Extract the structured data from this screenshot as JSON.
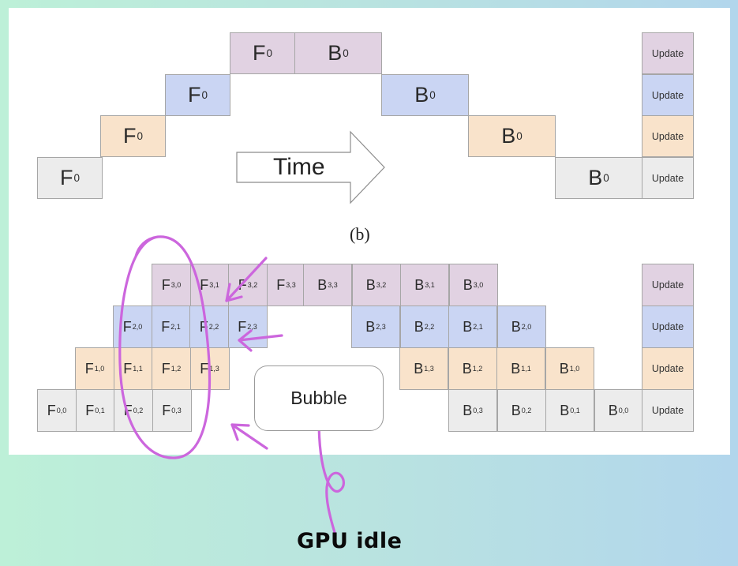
{
  "caption": "(b)",
  "time_label": "Time",
  "bubble_label": "Bubble",
  "annotation": {
    "text": "GPU idle",
    "color": "#cc66dd"
  },
  "colors": {
    "gpu0": "#ececec",
    "gpu1": "#f9e3cb",
    "gpu2": "#cad5f3",
    "gpu3": "#e1d2e2"
  },
  "update_label": "Update",
  "naive": {
    "forward": [
      {
        "base": "F",
        "sub": "0",
        "gpu": 0
      },
      {
        "base": "F",
        "sub": "0",
        "gpu": 1
      },
      {
        "base": "F",
        "sub": "0",
        "gpu": 2
      },
      {
        "base": "F",
        "sub": "0",
        "gpu": 3
      }
    ],
    "backward": [
      {
        "base": "B",
        "sub": "0",
        "gpu": 3
      },
      {
        "base": "B",
        "sub": "0",
        "gpu": 2
      },
      {
        "base": "B",
        "sub": "0",
        "gpu": 1
      },
      {
        "base": "B",
        "sub": "0",
        "gpu": 0
      }
    ]
  },
  "micro": {
    "gpu3": {
      "forward": [
        "F|3,0",
        "F|3,1",
        "F|3,2",
        "F|3,3"
      ],
      "backward": [
        "B|3,3",
        "B|3,2",
        "B|3,1",
        "B|3,0"
      ]
    },
    "gpu2": {
      "forward": [
        "F|2,0",
        "F|2,1",
        "F|2,2",
        "F|2,3"
      ],
      "backward": [
        "B|2,3",
        "B|2,2",
        "B|2,1",
        "B|2,0"
      ]
    },
    "gpu1": {
      "forward": [
        "F|1,0",
        "F|1,1",
        "F|1,2",
        "F|1,3"
      ],
      "backward": [
        "B|1,3",
        "B|1,2",
        "B|1,1",
        "B|1,0"
      ]
    },
    "gpu0": {
      "forward": [
        "F|0,0",
        "F|0,1",
        "F|0,2",
        "F|0,3"
      ],
      "backward": [
        "B|0,3",
        "B|0,2",
        "B|0,1",
        "B|0,0"
      ]
    }
  }
}
